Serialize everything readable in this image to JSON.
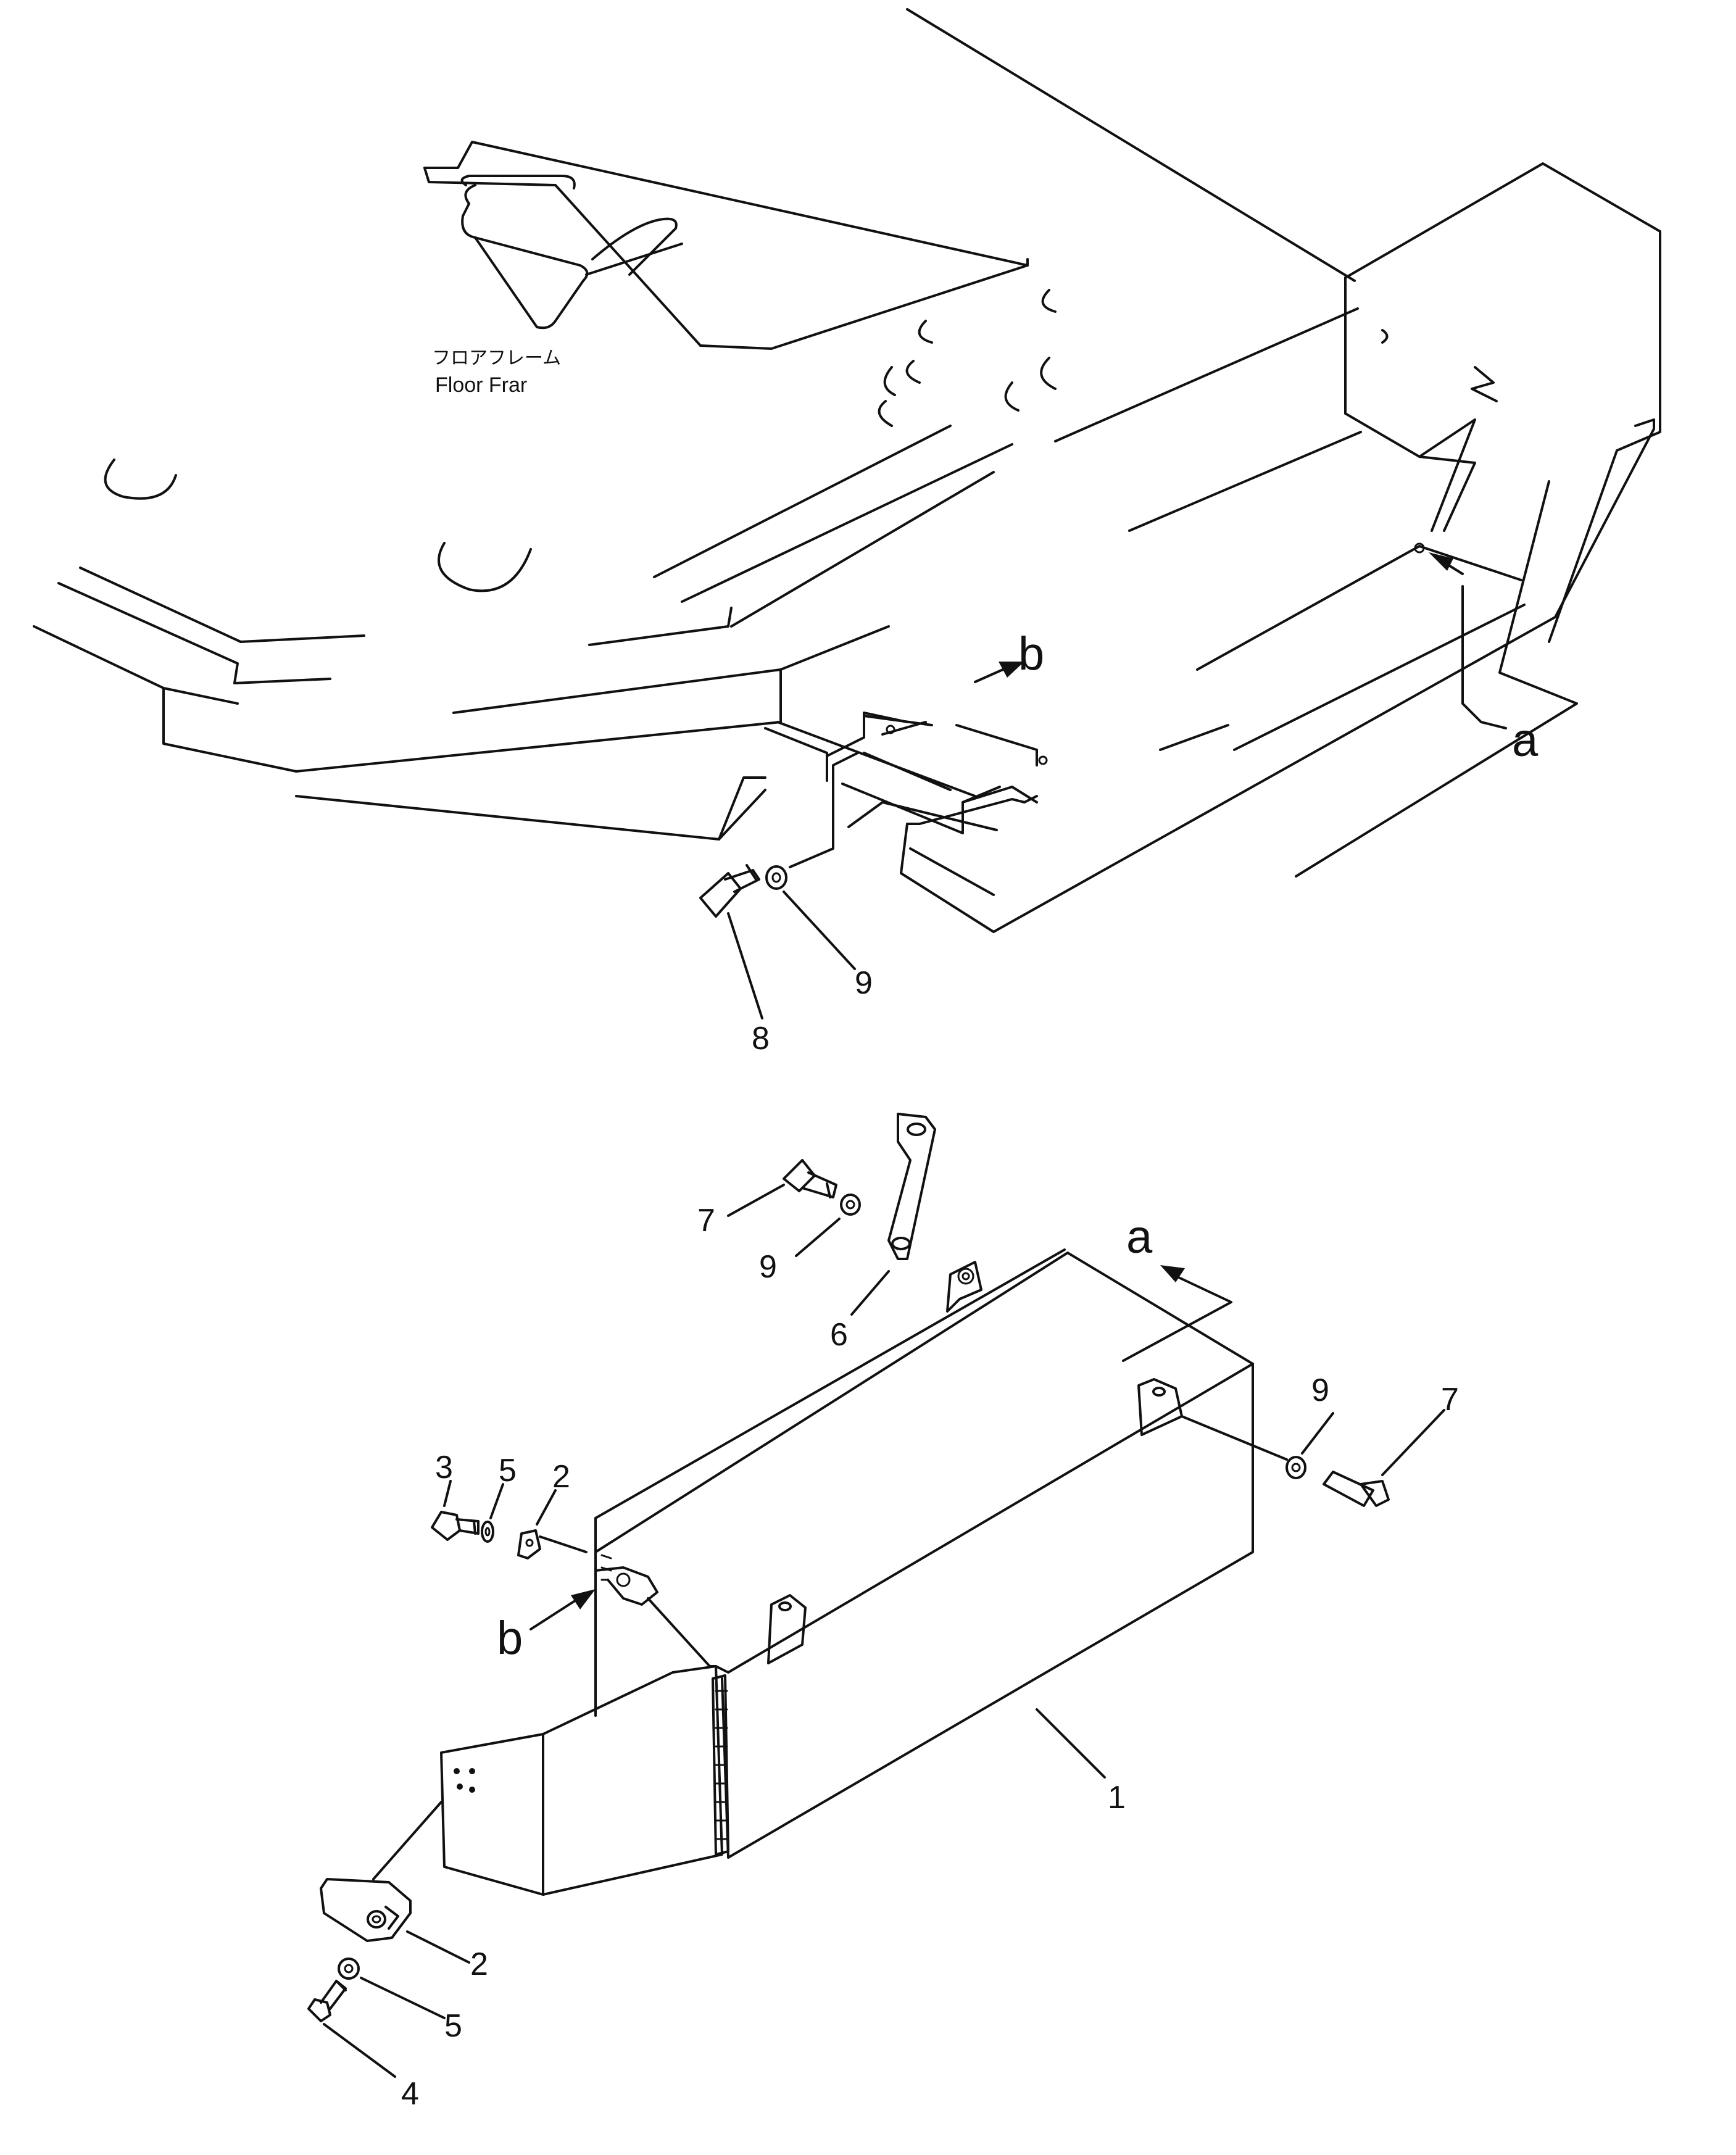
{
  "frame_label": {
    "japanese": "フロアフレーム",
    "english": "Floor Frar"
  },
  "view_refs": {
    "a_top": "a",
    "b_top": "b",
    "a_bottom": "a",
    "b_bottom": "b"
  },
  "callouts": {
    "c1": "1",
    "c2_upper": "2",
    "c2_lower": "2",
    "c3": "3",
    "c4": "4",
    "c5_upper": "5",
    "c5_lower": "5",
    "c6": "6",
    "c7_left": "7",
    "c7_right": "7",
    "c8": "8",
    "c9_upper": "9",
    "c9_mid": "9",
    "c9_right": "9"
  }
}
